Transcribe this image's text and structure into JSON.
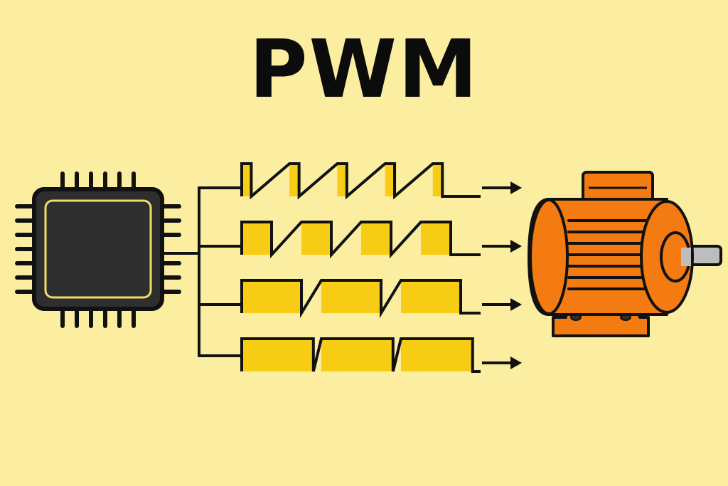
{
  "title": "PWM",
  "colors": {
    "background": "#fbeea0",
    "chip_body": "#2e2e2e",
    "chip_outline": "#111111",
    "chip_highlight": "#f2dc66",
    "pulse_fill": "#f7cc14",
    "motor_orange": "#f47a12",
    "motor_shaft": "#bdbdbd",
    "line": "#111111"
  },
  "signals": [
    {
      "duty_cycle": 0.2,
      "cycles": 5
    },
    {
      "duty_cycle": 0.5,
      "cycles": 4
    },
    {
      "duty_cycle": 0.75,
      "cycles": 3
    },
    {
      "duty_cycle": 0.9,
      "cycles": 3
    }
  ],
  "icons": {
    "source": "microcontroller-chip-icon",
    "target": "electric-motor-icon",
    "flow": "arrow-right-icon"
  }
}
